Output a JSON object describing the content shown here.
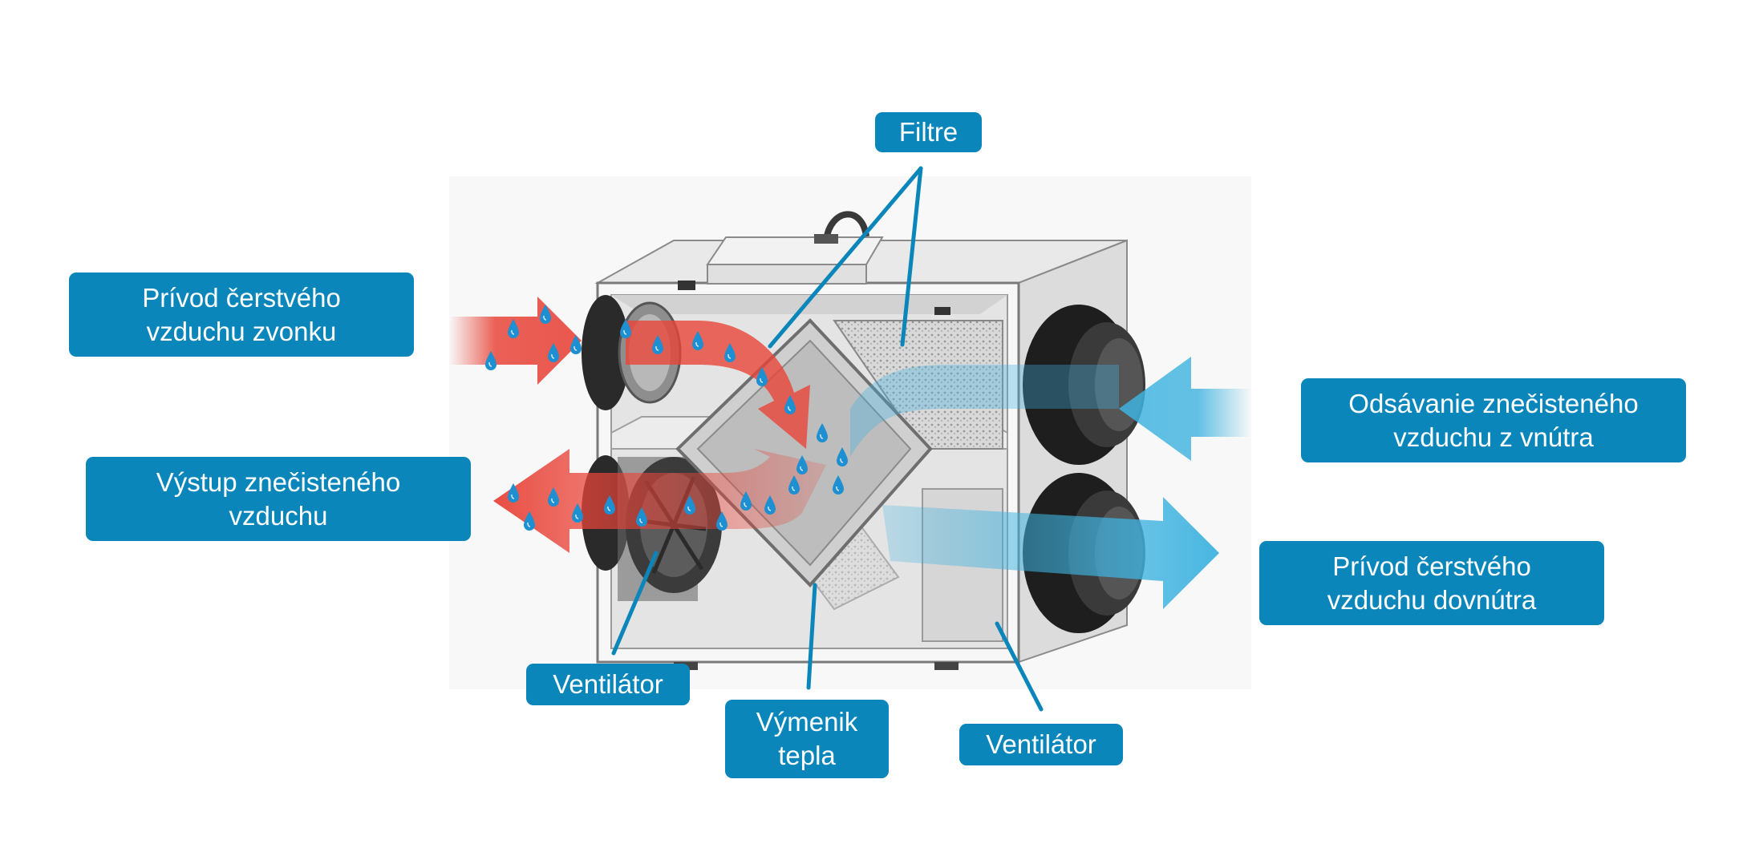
{
  "colors": {
    "label_bg": "#0a86bb",
    "label_text": "#ffffff",
    "leader_line": "#0a86bb",
    "warm_air": "#e8453a",
    "cool_air": "#3fb3e0",
    "droplet": "#1e8fd0"
  },
  "labels": {
    "filters": "Filtre",
    "fresh_intake_line1": "Prívod čerstvého",
    "fresh_intake_line2": "vzduchu zvonku",
    "polluted_exhaust_line1": "Výstup znečisteného",
    "polluted_exhaust_line2": "vzduchu",
    "extract_inside_line1": "Odsávanie znečisteného",
    "extract_inside_line2": "vzduchu z vnútra",
    "fresh_supply_line1": "Prívod čerstvého",
    "fresh_supply_line2": "vzduchu dovnútra",
    "fan_left": "Ventilátor",
    "heat_exchanger_line1": "Výmenik",
    "heat_exchanger_line2": "tepla",
    "fan_right": "Ventilátor"
  }
}
